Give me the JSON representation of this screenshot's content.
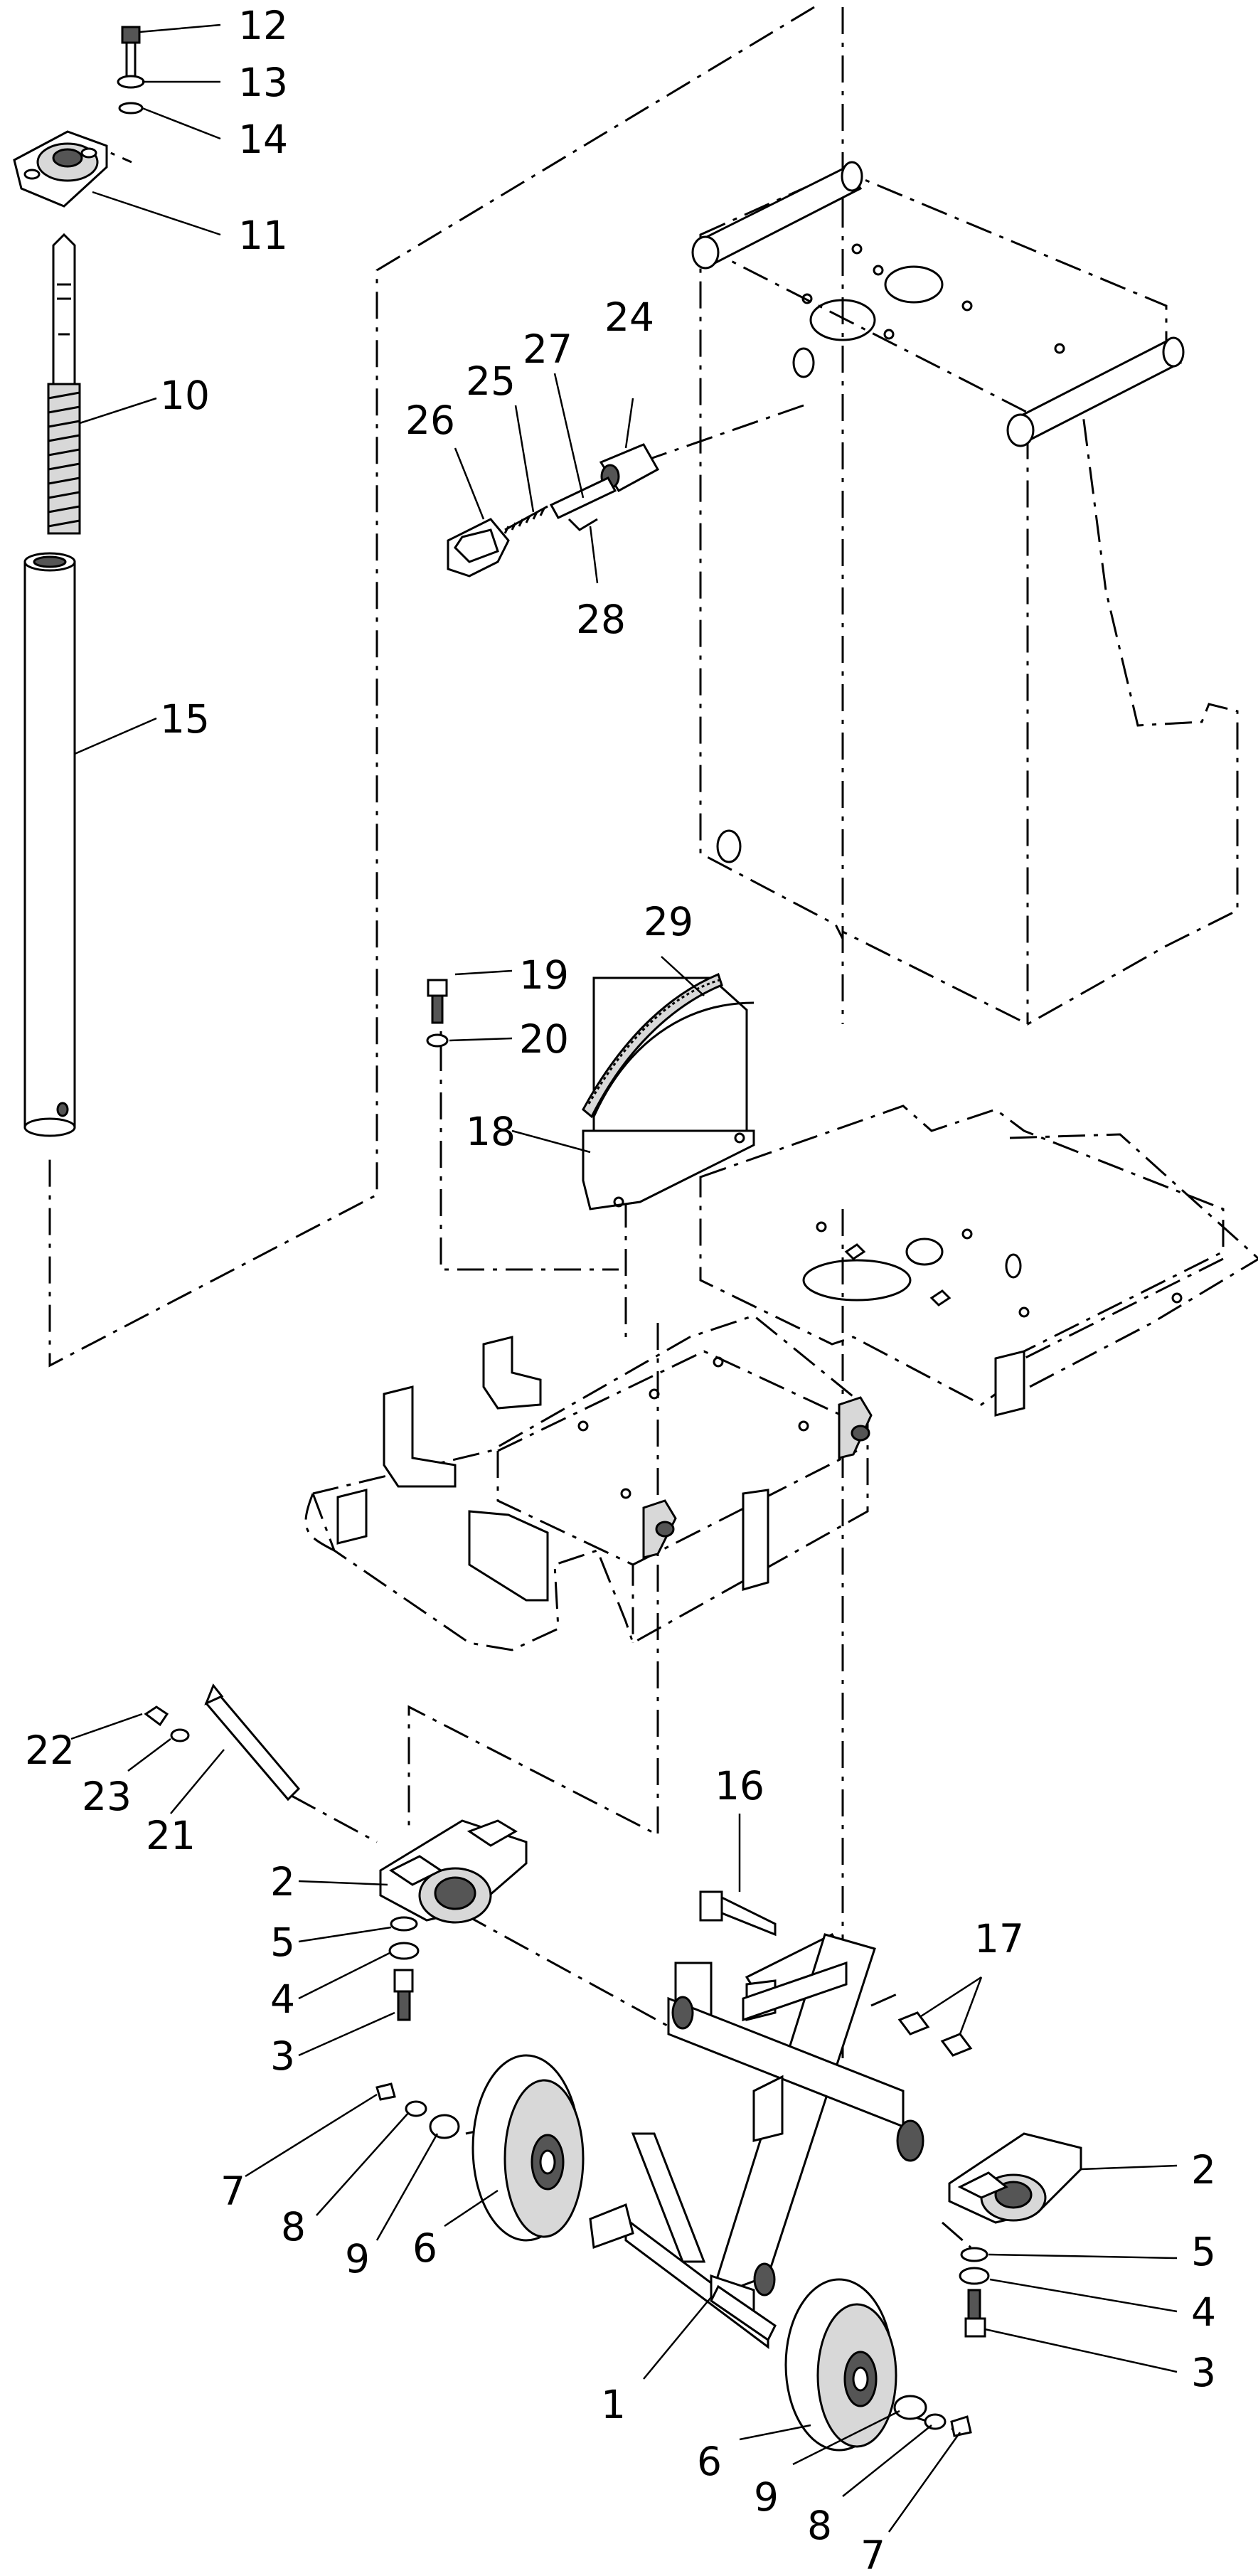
{
  "callouts": [
    {
      "id": "c12a",
      "text": "12"
    },
    {
      "id": "c13a",
      "text": "13"
    },
    {
      "id": "c14a",
      "text": "14"
    },
    {
      "id": "c11a",
      "text": "11"
    },
    {
      "id": "c10a",
      "text": "10"
    },
    {
      "id": "c15a",
      "text": "15"
    },
    {
      "id": "c24a",
      "text": "24"
    },
    {
      "id": "c27a",
      "text": "27"
    },
    {
      "id": "c25a",
      "text": "25"
    },
    {
      "id": "c26a",
      "text": "26"
    },
    {
      "id": "c28a",
      "text": "28"
    },
    {
      "id": "c29a",
      "text": "29"
    },
    {
      "id": "c19a",
      "text": "19"
    },
    {
      "id": "c20a",
      "text": "20"
    },
    {
      "id": "c18a",
      "text": "18"
    },
    {
      "id": "c22a",
      "text": "22"
    },
    {
      "id": "c23a",
      "text": "23"
    },
    {
      "id": "c21a",
      "text": "21"
    },
    {
      "id": "c16a",
      "text": "16"
    },
    {
      "id": "c17a",
      "text": "17"
    },
    {
      "id": "c2a",
      "text": "2"
    },
    {
      "id": "c5a",
      "text": "5"
    },
    {
      "id": "c4a",
      "text": "4"
    },
    {
      "id": "c3a",
      "text": "3"
    },
    {
      "id": "c7a",
      "text": "7"
    },
    {
      "id": "c8a",
      "text": "8"
    },
    {
      "id": "c9a",
      "text": "9"
    },
    {
      "id": "c6a",
      "text": "6"
    },
    {
      "id": "c2b",
      "text": "2"
    },
    {
      "id": "c5b",
      "text": "5"
    },
    {
      "id": "c4b",
      "text": "4"
    },
    {
      "id": "c3b",
      "text": "3"
    },
    {
      "id": "c1a",
      "text": "1"
    },
    {
      "id": "c6b",
      "text": "6"
    },
    {
      "id": "c9b",
      "text": "9"
    },
    {
      "id": "c8b",
      "text": "8"
    },
    {
      "id": "c7b",
      "text": "7"
    }
  ]
}
